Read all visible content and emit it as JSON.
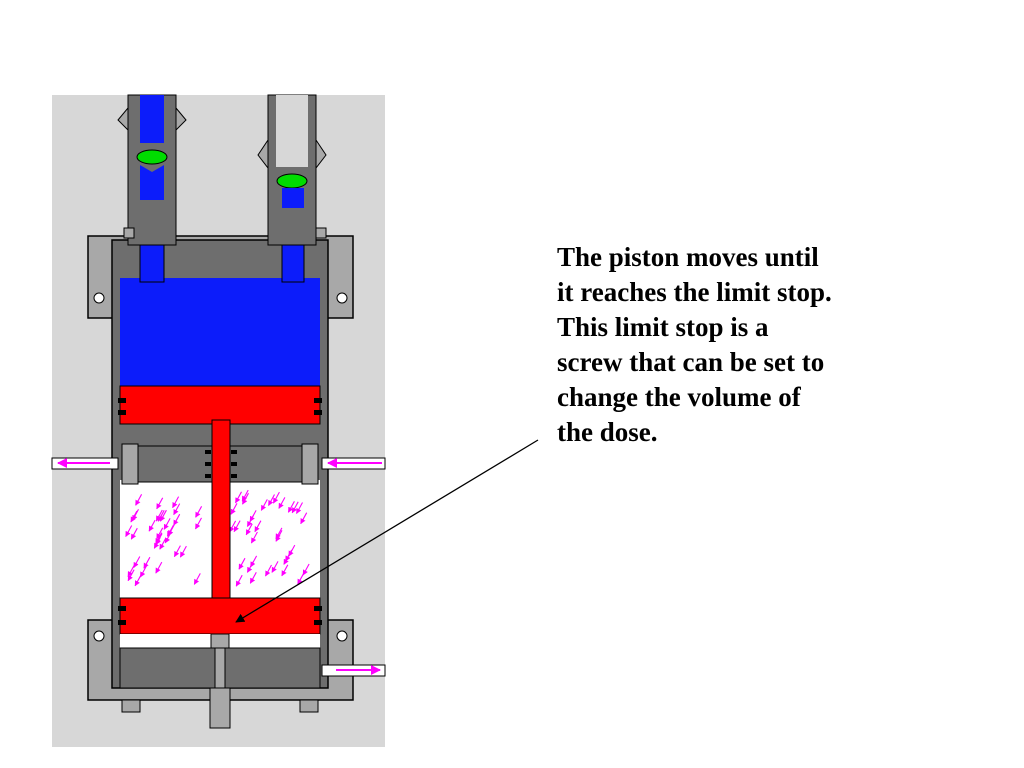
{
  "caption": {
    "lines": [
      "The piston moves until",
      "it reaches the limit stop.",
      "This limit stop is a",
      "screw that can be set to",
      "change the volume of",
      "the dose."
    ]
  },
  "colors": {
    "body_gray": "#6e6e6e",
    "plate_gray": "#a8a8a8",
    "cylinder_bg": "#d7d7d7",
    "fluid_blue": "#0c1cfa",
    "piston_red": "#ff0000",
    "valve_green": "#00dc00",
    "air_magenta": "#ff00ff",
    "pointer": "#000000"
  },
  "icons": {
    "inlet_valve": "inlet-check-valve-icon",
    "outlet_valve": "outlet-check-valve-icon",
    "air_flow": "air-flow-arrow-icon",
    "limit_stop": "limit-stop-screw-icon"
  }
}
